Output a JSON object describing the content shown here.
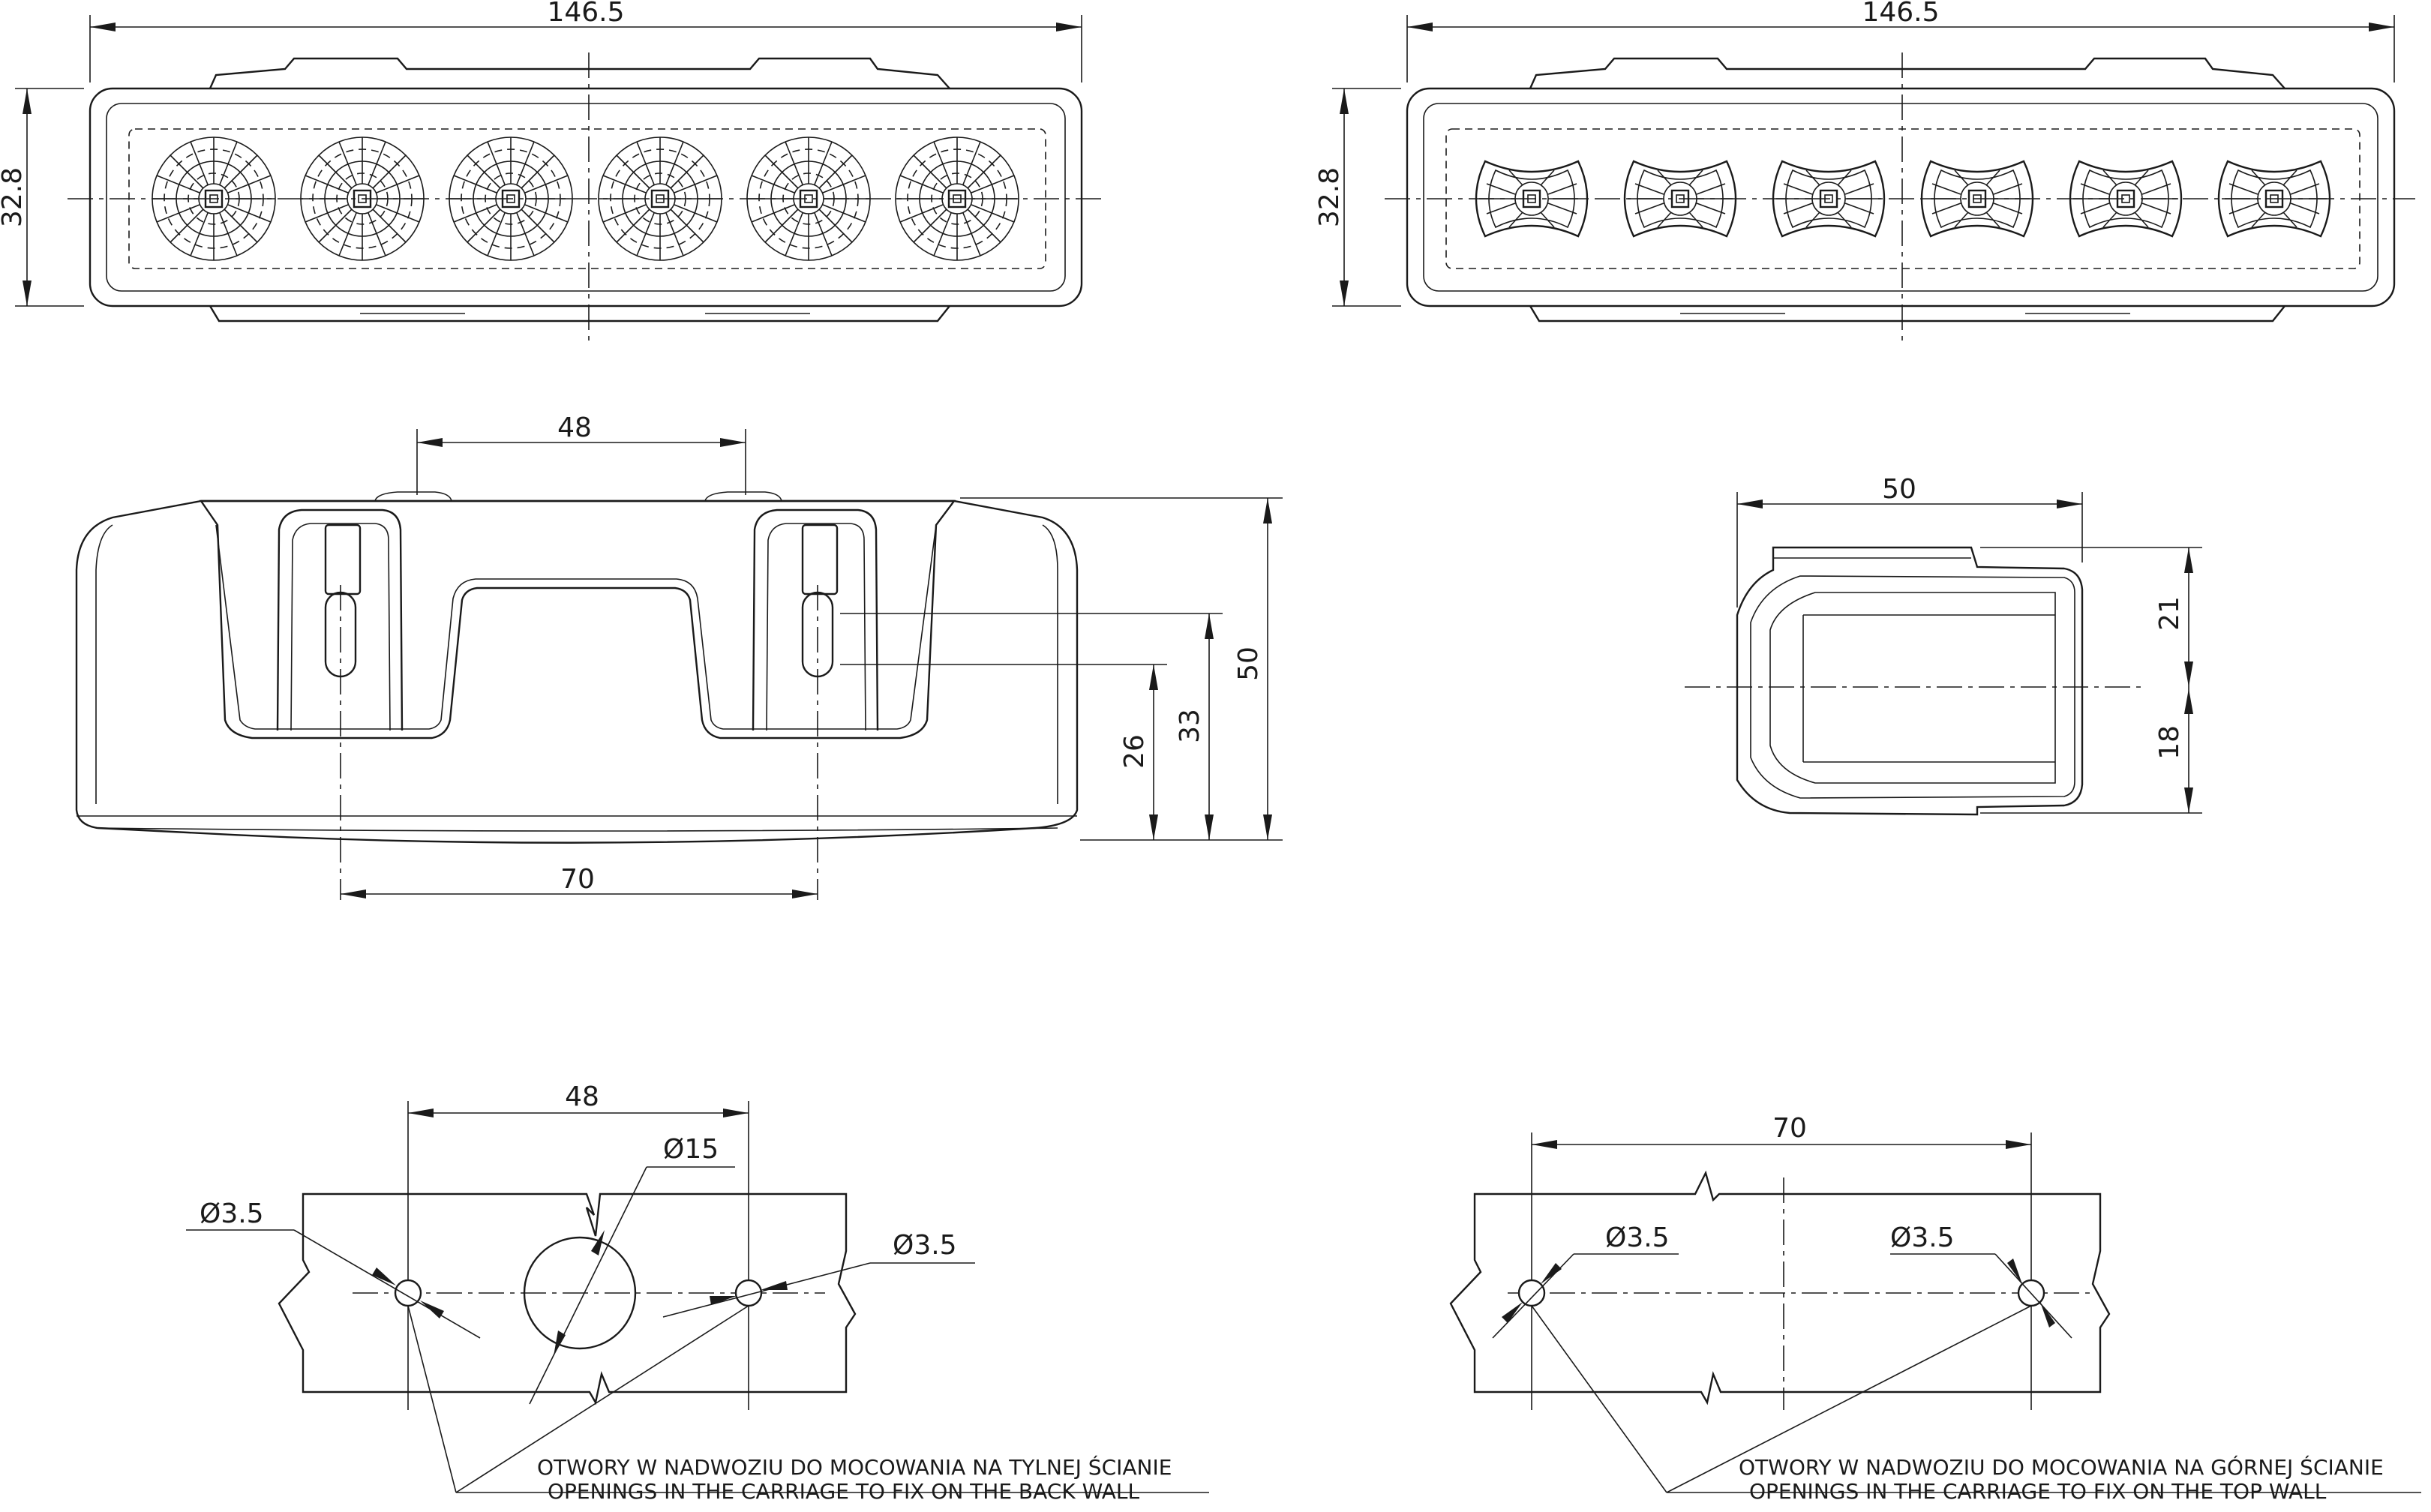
{
  "dimensions": {
    "front_left_width": "146.5",
    "front_left_height": "32.8",
    "front_right_width": "146.5",
    "front_right_height": "32.8",
    "side_mount_spacing_top": "48",
    "side_mount_spacing_bottom": "70",
    "side_height_total": "50",
    "side_height_33": "33",
    "side_height_26": "26",
    "end_view_width": "50",
    "end_view_upper": "21",
    "end_view_lower": "18",
    "back_wall_spacing": "48",
    "back_wall_center_hole": "Ø15",
    "back_wall_hole_left": "Ø3.5",
    "back_wall_hole_right": "Ø3.5",
    "top_wall_spacing": "70",
    "top_wall_hole_left": "Ø3.5",
    "top_wall_hole_right": "Ø3.5"
  },
  "notes": {
    "back_wall_pl": "OTWORY W NADWOZIU DO MOCOWANIA NA TYLNEJ ŚCIANIE",
    "back_wall_en": "OPENINGS IN THE CARRIAGE TO FIX ON THE BACK WALL",
    "top_wall_pl": "OTWORY W NADWOZIU DO MOCOWANIA NA GÓRNEJ ŚCIANIE",
    "top_wall_en": "OPENINGS IN THE CARRIAGE TO FIX ON THE TOP WALL"
  },
  "colors": {
    "line": "#1a1a1a",
    "background": "#ffffff"
  }
}
